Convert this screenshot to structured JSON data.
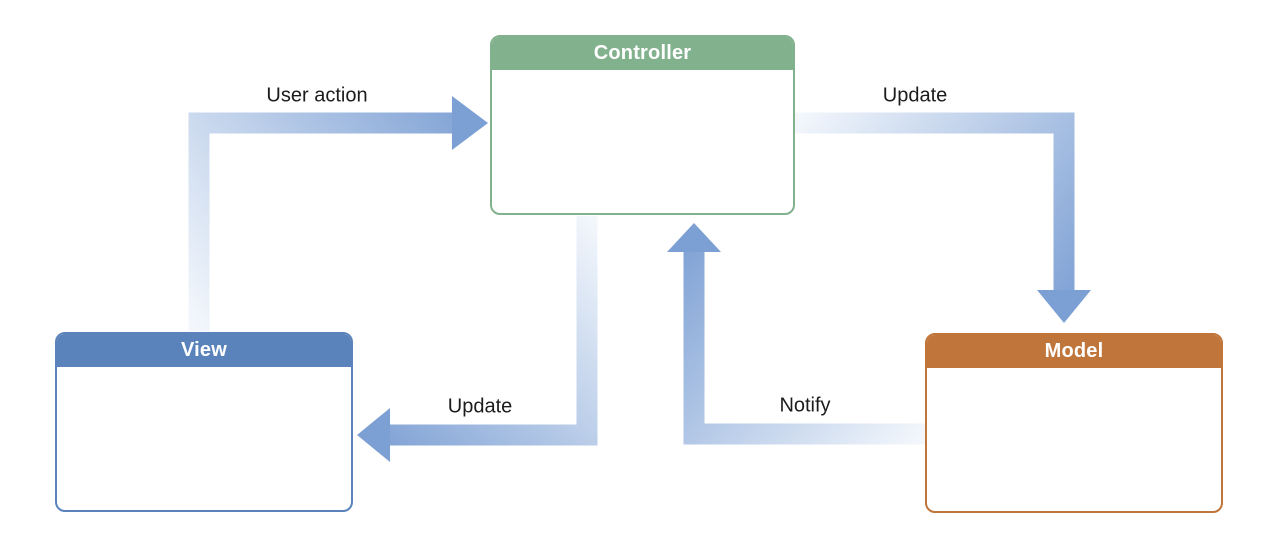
{
  "nodes": {
    "controller": {
      "label": "Controller",
      "color": "#82b28d"
    },
    "view": {
      "label": "View",
      "color": "#5b83bb"
    },
    "model": {
      "label": "Model",
      "color": "#c0763a"
    }
  },
  "edges": {
    "user_action": {
      "label": "User action",
      "from": "View",
      "to": "Controller"
    },
    "update_model": {
      "label": "Update",
      "from": "Controller",
      "to": "Model"
    },
    "update_view": {
      "label": "Update",
      "from": "Controller",
      "to": "View"
    },
    "notify": {
      "label": "Notify",
      "from": "Model",
      "to": "Controller"
    }
  },
  "colors": {
    "arrow_head": "#7da0d4",
    "arrow_light": "#f3f7fc",
    "label_text": "#1c1c1c",
    "background": "#ffffff"
  }
}
